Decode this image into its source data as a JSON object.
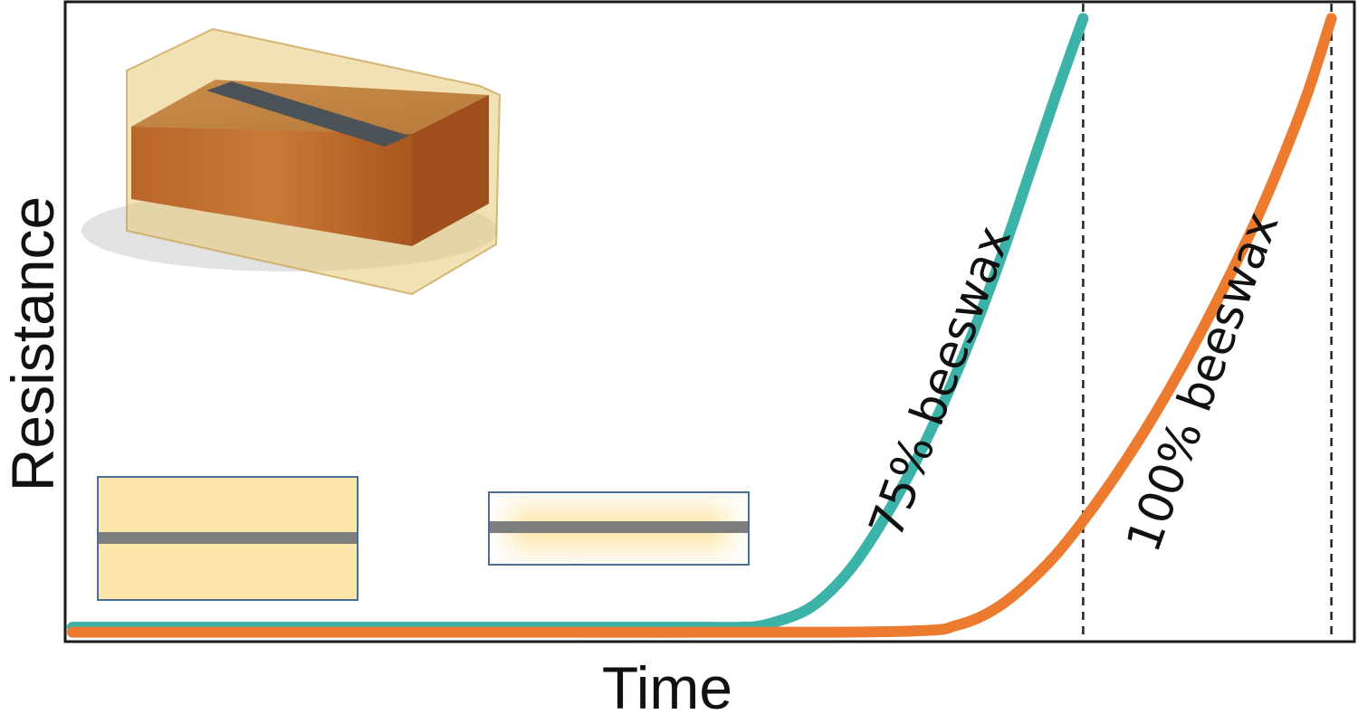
{
  "chart_data": {
    "type": "line",
    "title": "",
    "xlabel": "Time",
    "ylabel": "Resistance",
    "xlim": [
      0,
      100
    ],
    "ylim": [
      0,
      100
    ],
    "grid": false,
    "legend": "none",
    "series": [
      {
        "name": "75% beeswax",
        "color": "#3bb3a8",
        "x": [
          0,
          20,
          40,
          50,
          53,
          55,
          58,
          60,
          62,
          64,
          66,
          68,
          70,
          72,
          74,
          76,
          78,
          80.2
        ],
        "y": [
          1,
          1,
          1,
          1,
          1,
          1.4,
          3.5,
          6.5,
          11,
          17,
          24,
          32,
          41,
          51,
          62,
          74,
          86,
          98.5
        ]
      },
      {
        "name": "100% beeswax",
        "color": "#ec7b2f",
        "x": [
          0,
          20,
          40,
          60,
          68,
          70,
          72,
          74,
          76,
          78,
          80,
          82,
          84,
          86,
          88,
          90,
          92,
          94,
          96,
          98,
          99.9
        ],
        "y": [
          0.2,
          0.2,
          0.2,
          0.2,
          0.5,
          1.2,
          2.6,
          5,
          8.4,
          12.5,
          17.5,
          23,
          29,
          35.5,
          42.5,
          50,
          58,
          66.5,
          76,
          86.5,
          98.5
        ]
      }
    ],
    "reference_lines": [
      {
        "x": 80.2,
        "style": "dashed",
        "color": "#222222"
      },
      {
        "x": 99.9,
        "style": "dashed",
        "color": "#222222"
      }
    ],
    "annotations": [
      {
        "text": "75% beeswax",
        "series": "75% beeswax"
      },
      {
        "text": "100% beeswax",
        "series": "100% beeswax"
      }
    ],
    "insets": [
      {
        "name": "wax-coated-wood-block-illustration"
      },
      {
        "name": "full-wax-cross-section"
      },
      {
        "name": "degraded-wax-cross-section"
      }
    ]
  }
}
